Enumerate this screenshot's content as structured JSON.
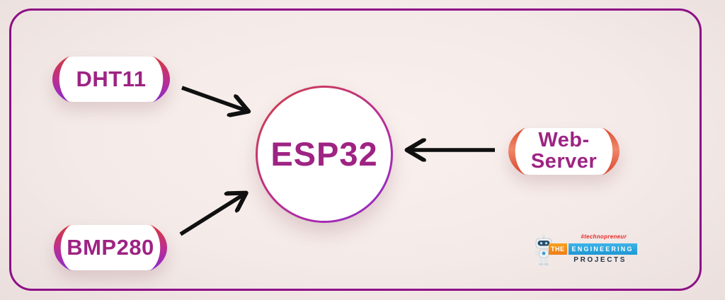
{
  "diagram": {
    "center_node": {
      "label": "ESP32"
    },
    "sensor_nodes": [
      {
        "label": "DHT11"
      },
      {
        "label": "BMP280"
      }
    ],
    "server_node": {
      "full_label": "Web-Server",
      "label_line1": "Web-",
      "label_line2": "Server"
    },
    "connections": [
      {
        "from": "DHT11",
        "to": "ESP32",
        "direction": "into-esp32"
      },
      {
        "from": "BMP280",
        "to": "ESP32",
        "direction": "into-esp32"
      },
      {
        "from": "Web-Server",
        "to": "ESP32",
        "direction": "into-esp32"
      }
    ]
  },
  "logo": {
    "tagline": "#technopreneur",
    "word_the": "THE",
    "word_engineering": "ENGINEERING",
    "word_projects": "PROJECTS"
  },
  "colors": {
    "frame-border": "#8e0f86",
    "label-text": "#9e2383",
    "grad-red": "#d63a3a",
    "grad-magenta": "#bc2f8e",
    "grad-violet": "#8c2ad0",
    "coral-dark": "#d94a2e",
    "coral-light": "#f0876a",
    "arrow": "#101010",
    "canvas-bg": "#f4eae8",
    "logo-orange": "#f5941f",
    "logo-blue": "#2aa9e0",
    "logo-red": "#e52b28",
    "logo-navy": "#273645"
  }
}
